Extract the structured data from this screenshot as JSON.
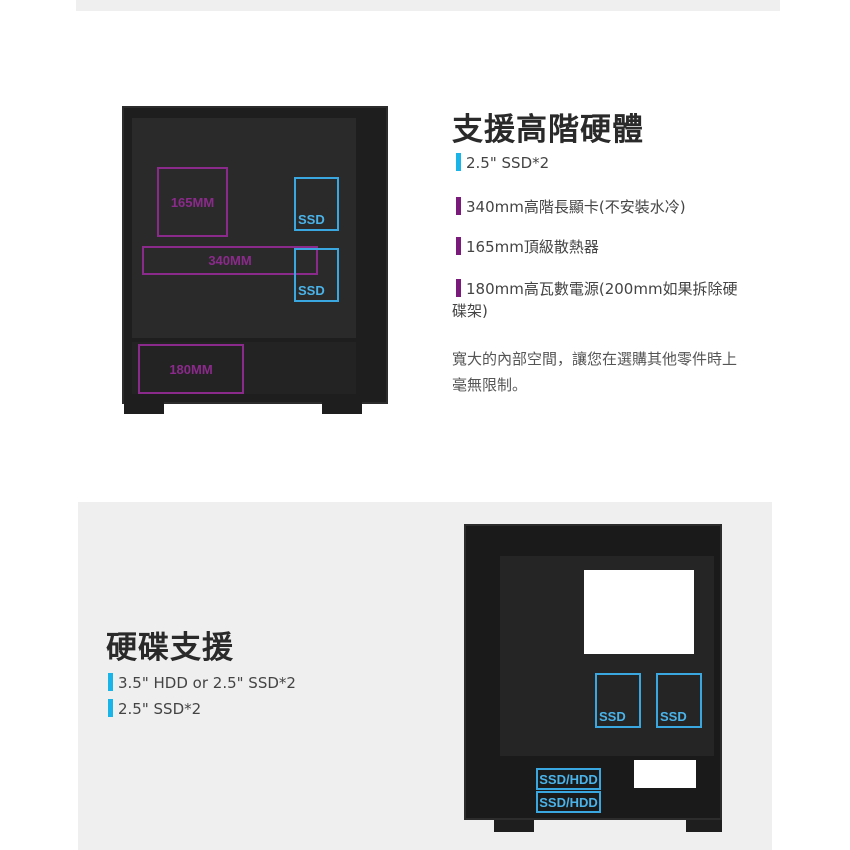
{
  "section1": {
    "title": "支援高階硬體",
    "items": [
      {
        "text": "2.5\" SSD*2",
        "color": "#1ab4e8"
      },
      {
        "text": "340mm高階長顯卡(不安裝水冷)",
        "color": "#7a1a7a"
      },
      {
        "text": "165mm頂級散熱器",
        "color": "#7a1a7a"
      },
      {
        "text": "180mm高瓦數電源(200mm如果拆除硬碟架)",
        "color": "#7a1a7a"
      }
    ],
    "description": "寬大的內部空間，讓您在選購其他零件時上毫無限制。",
    "image_labels": {
      "cooler": "165MM",
      "gpu": "340MM",
      "psu": "180MM",
      "ssd1": "SSD",
      "ssd2": "SSD"
    }
  },
  "section2": {
    "title": "硬碟支援",
    "items": [
      {
        "text": "3.5\" HDD or 2.5\" SSD*2",
        "color": "#1ab4e8"
      },
      {
        "text": "2.5\" SSD*2",
        "color": "#1ab4e8"
      }
    ],
    "image_labels": {
      "ssd1": "SSD",
      "ssd2": "SSD",
      "bay1": "SSD/HDD",
      "bay2": "SSD/HDD"
    }
  }
}
